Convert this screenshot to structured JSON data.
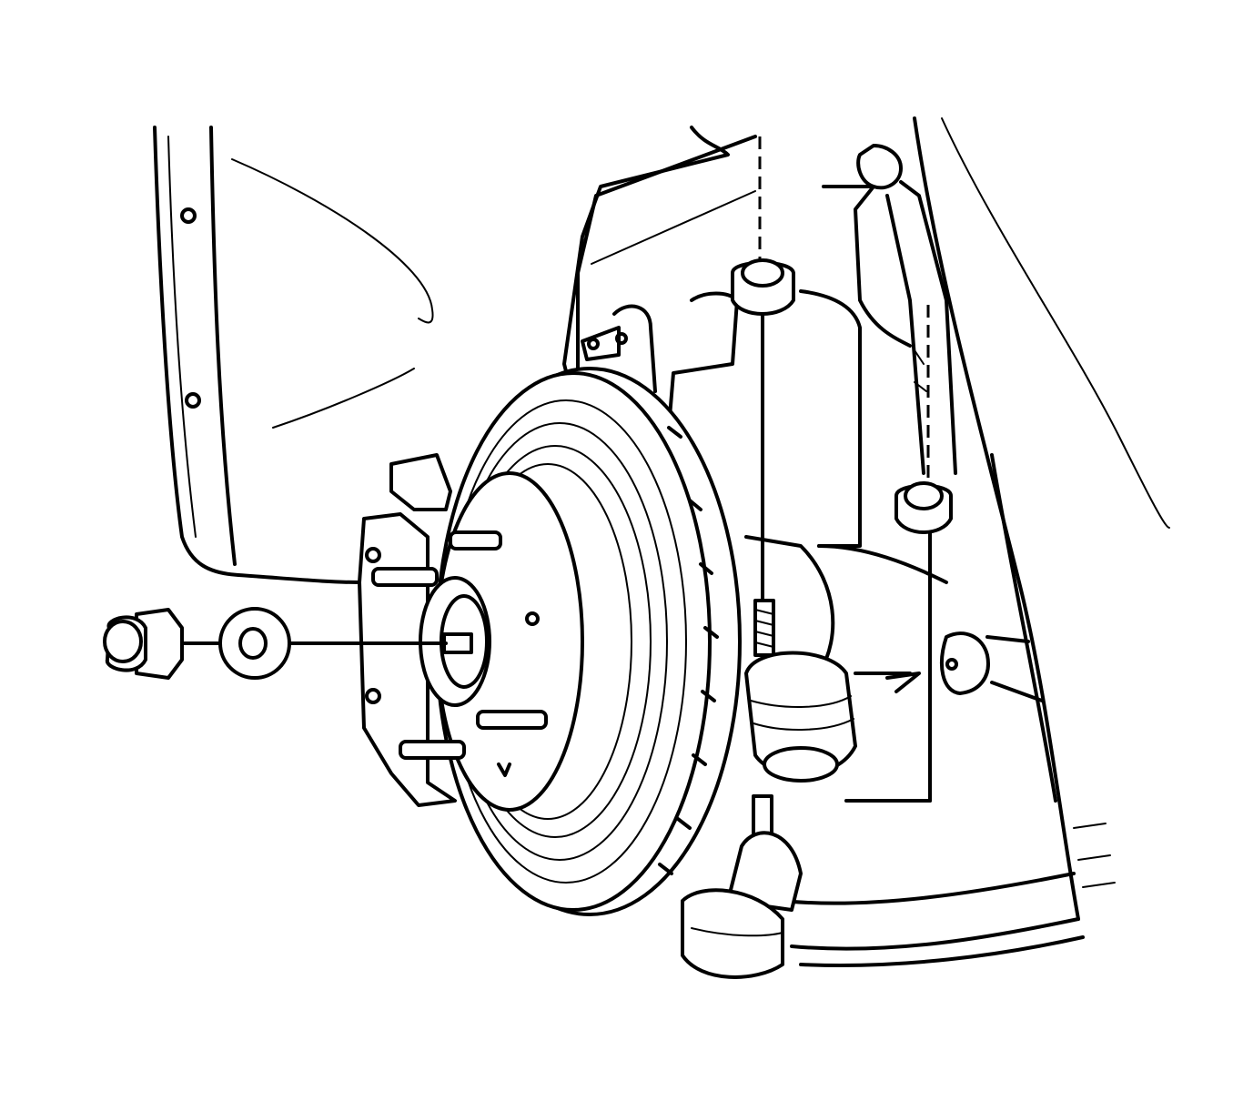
{
  "diagram": {
    "style": "black line art on white",
    "colors": {
      "line": "#000000",
      "background": "#ffffff"
    },
    "parts": [
      "hub-nut",
      "washer",
      "brake-rotor",
      "hub",
      "wheel-studs",
      "brake-caliper",
      "splash-shield",
      "fender-liner",
      "upper-ball-joint-nut",
      "stabilizer-link-nut",
      "lower-ball-joint",
      "tie-rod-end",
      "lower-control-arm",
      "stabilizer-link"
    ]
  }
}
